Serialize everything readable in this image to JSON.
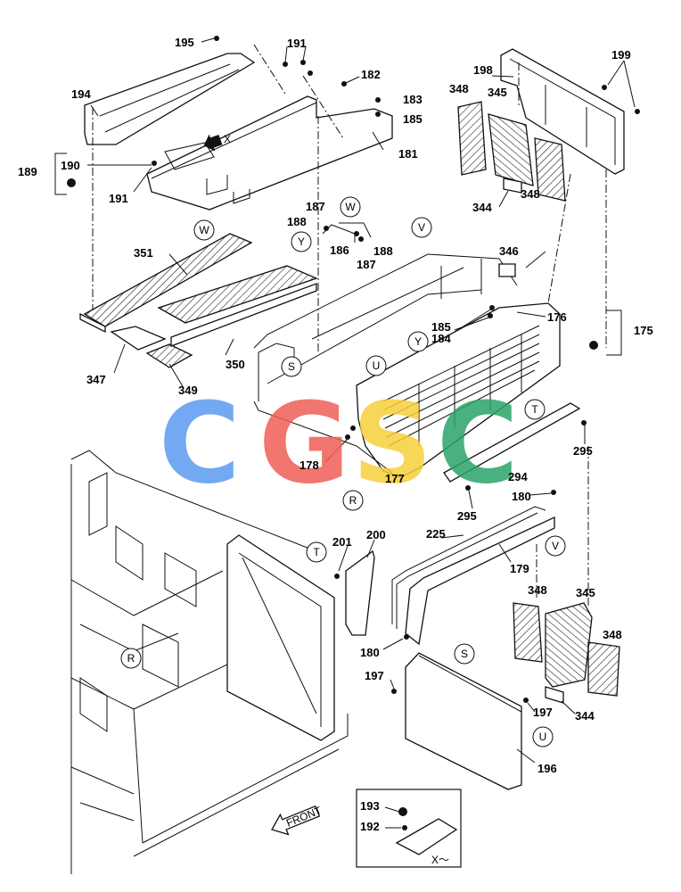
{
  "labels": {
    "l195": "195",
    "l191a": "191",
    "l182": "182",
    "l183": "183",
    "l185a": "185",
    "l181": "181",
    "l194": "194",
    "l190": "190",
    "l189": "189",
    "l191b": "191",
    "l198": "198",
    "l199": "199",
    "l348a": "348",
    "l345a": "345",
    "l344a": "344",
    "l348b": "348",
    "l187a": "187",
    "l188a": "188",
    "l186": "186",
    "l187b": "187",
    "l188b": "188",
    "l351": "351",
    "l346": "346",
    "l185b": "185",
    "l184": "184",
    "l176": "176",
    "l175": "175",
    "l347": "347",
    "l350": "350",
    "l349": "349",
    "l295a": "295",
    "l178": "178",
    "l177": "177",
    "l294": "294",
    "l295b": "295",
    "l180a": "180",
    "l225": "225",
    "l201": "201",
    "l200": "200",
    "l179": "179",
    "l348c": "348",
    "l345b": "345",
    "l348d": "348",
    "l180b": "180",
    "l197a": "197",
    "l197b": "197",
    "l344b": "344",
    "l196": "196",
    "l193": "193",
    "l192": "192"
  },
  "callouts": {
    "W1": "W",
    "W2": "W",
    "Y1": "Y",
    "Y2": "Y",
    "V1": "V",
    "V2": "V",
    "S1": "S",
    "S2": "S",
    "U1": "U",
    "U2": "U",
    "T1": "T",
    "T2": "T",
    "R1": "R",
    "R2": "R"
  },
  "view_marker": "X",
  "detail_caption": "X～",
  "front_arrow": "FRONT",
  "watermark": {
    "letters": [
      "C",
      "G",
      "S",
      "C"
    ],
    "colors": [
      "#5b9bf0",
      "#ef5f56",
      "#f6cf3b",
      "#2aa36b"
    ]
  }
}
